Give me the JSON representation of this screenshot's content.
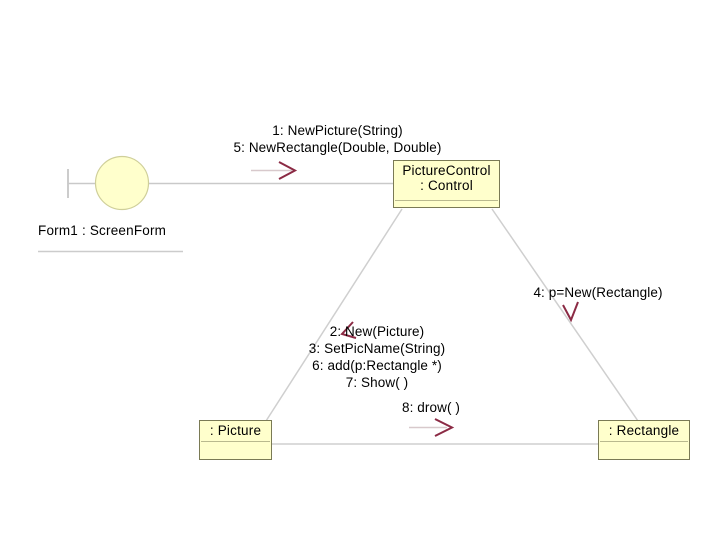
{
  "diagram": {
    "type": "uml-collaboration-diagram",
    "background_color": "#ffffff",
    "node_fill_color": "#ffffcc",
    "node_border_color": "#7a7a55",
    "link_color": "#c8c8c8",
    "arrow_color": "#8b2a44",
    "text_color": "#000000"
  },
  "actor": {
    "name": "actor-form1",
    "label": "Form1 : ScreenForm"
  },
  "nodes": [
    {
      "id": "picture-control",
      "line1": "PictureControl",
      "line2": ": Control"
    },
    {
      "id": "picture",
      "line1": ": Picture",
      "line2": ""
    },
    {
      "id": "rectangle",
      "line1": ": Rectangle",
      "line2": ""
    }
  ],
  "messages": {
    "form_to_control": {
      "lines": [
        "1: NewPicture(String)",
        "5: NewRectangle(Double, Double)"
      ]
    },
    "control_to_rectangle": {
      "lines": [
        "4: p=New(Rectangle)"
      ]
    },
    "control_to_picture": {
      "lines": [
        "2: New(Picture)",
        "3: SetPicName(String)",
        "6: add(p:Rectangle *)",
        "7: Show( )"
      ]
    },
    "picture_to_rectangle": {
      "lines": [
        "8: drow( )"
      ]
    }
  }
}
